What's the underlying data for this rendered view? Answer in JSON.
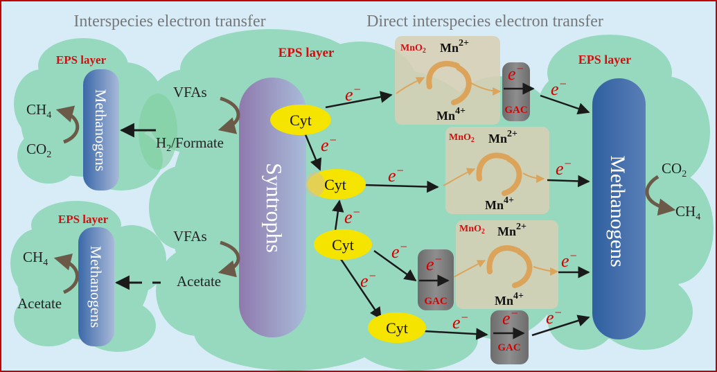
{
  "headings": {
    "left": "Interspecies electron transfer",
    "right": "Direct interspecies electron transfer"
  },
  "eps": {
    "top_left": "EPS layer",
    "bottom_left": "EPS layer",
    "center": "EPS layer",
    "right": "EPS layer"
  },
  "methanogens": {
    "top_left": "Methanogens",
    "bottom_left": "Methanogens",
    "right": "Methanogens"
  },
  "syntrophs": "Syntrophs",
  "cyt": {
    "c1": "Cyt",
    "c2": "Cyt",
    "c3": "Cyt",
    "c4": "Cyt"
  },
  "electron": {
    "e": "e",
    "sup": "−"
  },
  "gac": {
    "label": "GAC"
  },
  "manganese": {
    "oxide": "MnO",
    "oxide_sub": "2",
    "ion": "Mn",
    "ion2_sup": "2+",
    "ion4_sup": "4+"
  },
  "chem": {
    "ch4_base": "CH",
    "ch4_sub": "4",
    "co2_base": "CO",
    "co2_sub": "2",
    "h2_base": "H",
    "h2_sub": "2",
    "formate": "/Formate",
    "vfas": "VFAs",
    "acetate": "Acetate"
  },
  "colors": {
    "frame": "#c00000",
    "background": "#d8ecf7",
    "cloud": "#96d9bf",
    "methanogen_dark": "#3a68a8",
    "methanogen_light": "#a9b9d9",
    "syntroph_dark": "#8f79ad",
    "syntroph_light": "#a8bcd9",
    "cyt": "#f5e400",
    "gac": "#7d7d7d",
    "mn_box": "#d8cfb3",
    "mn_arrow": "#dba45a",
    "electron_red": "#d40000",
    "eps_red": "#d01010",
    "curl": "#6b5a48"
  }
}
